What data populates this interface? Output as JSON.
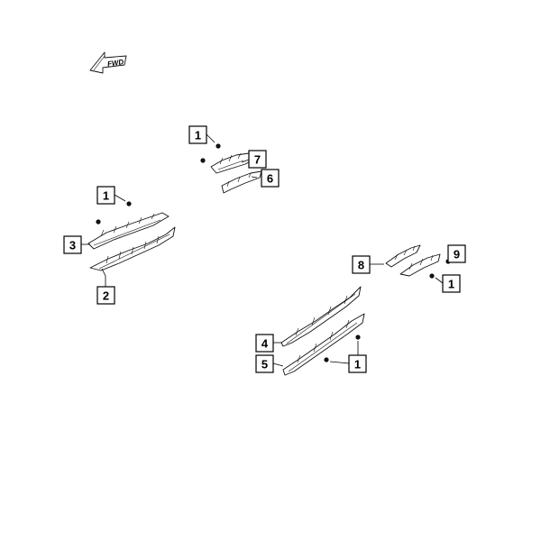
{
  "front_arrow": {
    "label": "FWD",
    "icon": "front-direction-arrow-icon"
  },
  "callouts": [
    {
      "id": "c1a",
      "label": "1"
    },
    {
      "id": "c7",
      "label": "7"
    },
    {
      "id": "c6",
      "label": "6"
    },
    {
      "id": "c1b",
      "label": "1"
    },
    {
      "id": "c3",
      "label": "3"
    },
    {
      "id": "c2",
      "label": "2"
    },
    {
      "id": "c8",
      "label": "8"
    },
    {
      "id": "c9",
      "label": "9"
    },
    {
      "id": "c1c",
      "label": "1"
    },
    {
      "id": "c4",
      "label": "4"
    },
    {
      "id": "c5",
      "label": "5"
    },
    {
      "id": "c1d",
      "label": "1"
    }
  ],
  "colors": {
    "line": "#111111",
    "background": "#ffffff"
  }
}
